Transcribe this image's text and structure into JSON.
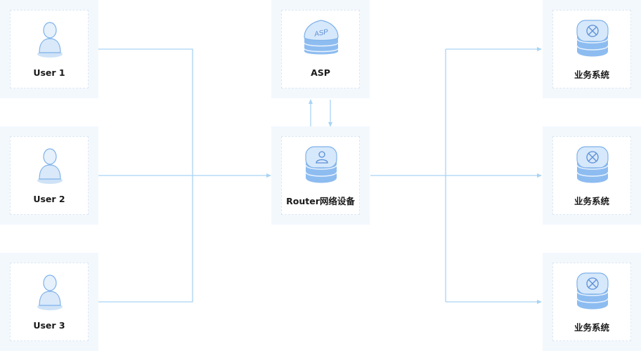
{
  "users": [
    {
      "label": "User 1"
    },
    {
      "label": "User 2"
    },
    {
      "label": "User 3"
    }
  ],
  "asp": {
    "label": "ASP",
    "badge": "ASP"
  },
  "router": {
    "label": "Router网络设备"
  },
  "services": [
    {
      "label": "业务系统"
    },
    {
      "label": "业务系统"
    },
    {
      "label": "业务系统"
    }
  ],
  "colors": {
    "line": "#a9d4f3",
    "card_bg": "#f3f8fd",
    "icon_blue": "#6fa6e8"
  },
  "icons": {
    "user": "user-icon",
    "asp": "asp-server-icon",
    "router": "router-icon",
    "service": "service-server-icon"
  }
}
